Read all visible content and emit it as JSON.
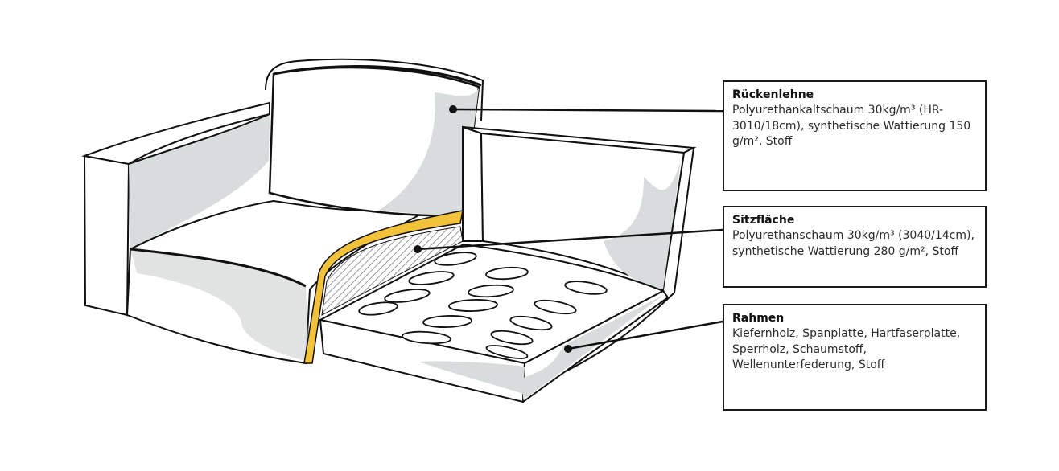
{
  "callouts": {
    "backrest": {
      "title": "Rückenlehne",
      "text": "Polyurethankaltschaum 30kg/m³ (HR-3010/18cm), synthetische Wattierung 150 g/m², Stoff"
    },
    "seat": {
      "title": "Sitzfläche",
      "text": "Polyurethanschaum 30kg/m³ (3040/14cm), synthetische Wattierung 280 g/m², Stoff"
    },
    "frame": {
      "title": "Rahmen",
      "text": "Kiefernholz, Spanplatte, Hartfaserplatte, Sperrholz, Schaumstoff, Wellenunterfederung, Stoff"
    }
  },
  "colors": {
    "outline": "#111111",
    "shade": "#d9dcdc",
    "foam_layer": "#f2c23a",
    "hatch": "#9a9a9a"
  }
}
